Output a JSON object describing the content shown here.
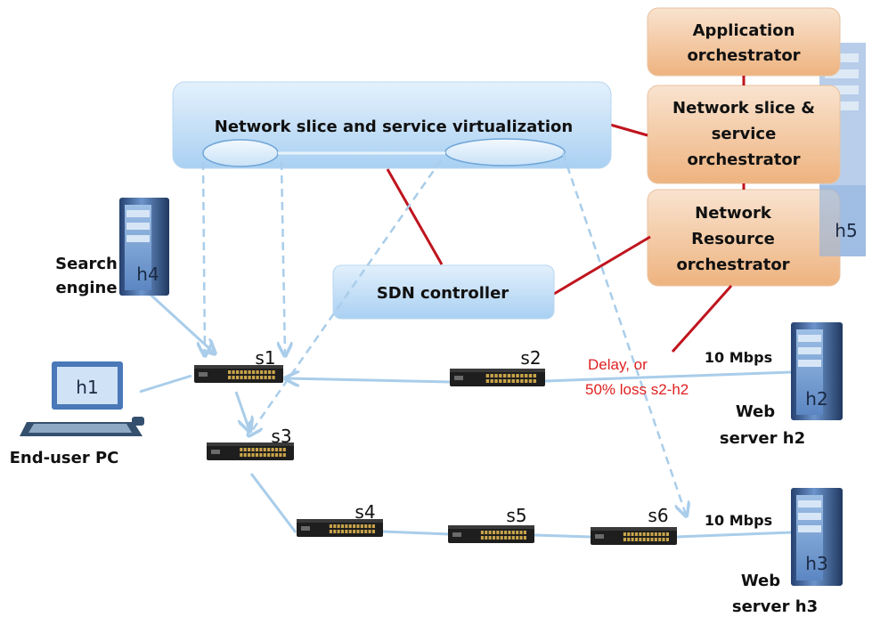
{
  "colors": {
    "link": "#a9cdea",
    "control_link": "#c0141e",
    "virtualization_fill": "#bcdcf6",
    "controller_fill": "#c3dff6",
    "orchestrator_fill": "#f2c497",
    "annotation": "#e02020"
  },
  "virtualization_layer": {
    "label": "Network slice and service virtualization"
  },
  "controller": {
    "label": "SDN controller"
  },
  "orchestrators": {
    "application": {
      "line1": "Application",
      "line2": "orchestrator"
    },
    "slice": {
      "line1": "Network slice &",
      "line2": "service",
      "line3": "orchestrator"
    },
    "resource": {
      "line1": "Network",
      "line2": "Resource",
      "line3": "orchestrator"
    }
  },
  "hosts": {
    "h1": {
      "id": "h1",
      "caption": "End-user PC"
    },
    "h2": {
      "id": "h2",
      "caption_line1": "Web",
      "caption_line2": "server h2",
      "rate": "10 Mbps"
    },
    "h3": {
      "id": "h3",
      "caption_line1": "Web",
      "caption_line2": "server h3",
      "rate": "10 Mbps"
    },
    "h4": {
      "id": "h4",
      "caption_line1": "Search",
      "caption_line2": "engine"
    },
    "h5": {
      "id": "h5"
    }
  },
  "switches": {
    "s1": "s1",
    "s2": "s2",
    "s3": "s3",
    "s4": "s4",
    "s5": "s5",
    "s6": "s6"
  },
  "annotation": {
    "line1": "Delay, or",
    "line2": "50% loss s2-h2"
  }
}
